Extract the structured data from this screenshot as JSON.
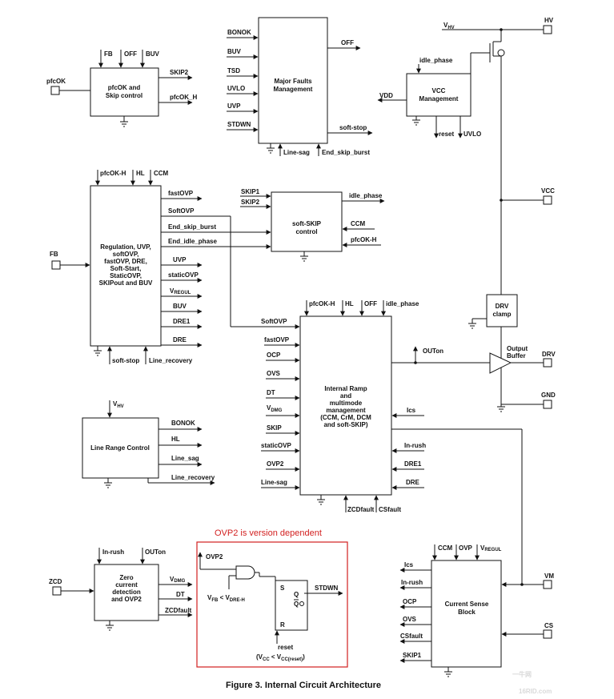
{
  "pins": {
    "pfcok": "pfcOK",
    "fb": "FB",
    "zcd": "ZCD",
    "hv": "HV",
    "vcc": "VCC",
    "drv": "DRV",
    "gnd": "GND",
    "vm": "VM",
    "cs": "CS"
  },
  "pfcok_block": {
    "title_line1": "pfcOK and",
    "title_line2": "Skip control",
    "in_fb": "FB",
    "in_off": "OFF",
    "in_buv": "BUV",
    "out_skip2": "SKIP2",
    "out_pfcok_h": "pfcOK_H"
  },
  "major_faults": {
    "title_line1": "Major Faults",
    "title_line2": "Management",
    "inputs": [
      "BONOK",
      "BUV",
      "TSD",
      "UVLO",
      "UVP",
      "STDWN"
    ],
    "out_off": "OFF",
    "out_softstop": "soft-stop",
    "bottom_linesag": "Line-sag",
    "bottom_endskip": "End_skip_burst"
  },
  "vcc_block": {
    "title_line1": "VCC",
    "title_line2": "Management",
    "vhv": "V",
    "vhv_sub": "HV",
    "idle_phase": "idle_phase",
    "vdd": "VDD",
    "reset": "reset",
    "uvlo": "UVLO"
  },
  "regulation": {
    "lines": [
      "Regulation, UVP,",
      "softOVP,",
      "fastOVP, DRE,",
      "Soft-Start,",
      "StaticOVP,",
      "SKIPout and BUV"
    ],
    "top_pfcok_h": "pfcOK-H",
    "top_hl": "HL",
    "top_ccm": "CCM",
    "outputs": [
      "fastOVP",
      "SoftOVP",
      "End_skip_burst",
      "End_idle_phase",
      "UVP",
      "staticOVP",
      "V",
      "BUV",
      "DRE1",
      "DRE"
    ],
    "vregul_sub": "REGUL",
    "bottom_softstop": "soft-stop",
    "bottom_linerec": "Line_recovery"
  },
  "softskip": {
    "title_line1": "soft-SKIP",
    "title_line2": "control",
    "in_skip1": "SKIP1",
    "in_skip2": "SKIP2",
    "out_idle": "idle_phase",
    "in_ccm": "CCM",
    "in_pfcok_h": "pfcOK-H"
  },
  "ramp": {
    "lines": [
      "Internal Ramp",
      "and",
      "multimode",
      "management",
      "(CCM, CrM, DCM",
      "and soft-SKIP)"
    ],
    "top_pfcok_h": "pfcOK-H",
    "top_hl": "HL",
    "top_off": "OFF",
    "top_idle": "idle_phase",
    "inputs": [
      "SoftOVP",
      "fastOVP",
      "OCP",
      "OVS",
      "DT",
      "V",
      "SKIP",
      "staticOVP",
      "OVP2",
      "Line-sag"
    ],
    "vdmg_sub": "DMG",
    "right_ics": "Ics",
    "right_inrush": "In-rush",
    "right_dre1": "DRE1",
    "right_dre": "DRE",
    "out_outon": "OUTon",
    "bottom_zcdfault": "ZCDfault",
    "bottom_csfault": "CSfault"
  },
  "drv": {
    "clamp_line1": "DRV",
    "clamp_line2": "clamp",
    "buffer_line1": "Output",
    "buffer_line2": "Buffer"
  },
  "line_range": {
    "title": "Line Range Control",
    "vhv": "V",
    "vhv_sub": "HV",
    "outputs": [
      "BONOK",
      "HL",
      "Line_sag",
      "Line_recovery"
    ]
  },
  "zcd_block": {
    "lines": [
      "Zero",
      "current",
      "detection",
      "and OVP2"
    ],
    "in_inrush": "In-rush",
    "in_outon": "OUTon",
    "out_vdmg": "V",
    "vdmg_sub": "DMG",
    "out_dt": "DT",
    "out_zcdfault": "ZCDfault"
  },
  "ovp2_box": {
    "note": "OVP2 is version dependent",
    "ovp2": "OVP2",
    "cond_vfb": "V",
    "cond_vfb_sub": "FB",
    "cond_lt": " < V",
    "cond_vdre_sub": "DRE-H",
    "s": "S",
    "r": "R",
    "q": "Q",
    "qb": "Q",
    "stdwn": "STDWN",
    "reset": "reset",
    "reset_cond": "(V",
    "reset_cc_sub": "CC",
    "reset_lt": " < V",
    "reset_ccr_sub": "CC(reset)",
    "reset_close": ")"
  },
  "current_sense": {
    "title_line1": "Current Sense",
    "title_line2": "Block",
    "in_ccm": "CCM",
    "in_ovp": "OVP",
    "in_vregul": "V",
    "vregul_sub": "REGUL",
    "outputs": [
      "Ics",
      "In-rush",
      "OCP",
      "OVS",
      "CSfault",
      "SKIP1"
    ]
  },
  "caption": "Figure 3. Internal Circuit Architecture",
  "watermark": "一牛网",
  "watermark_url": "16RID.com"
}
